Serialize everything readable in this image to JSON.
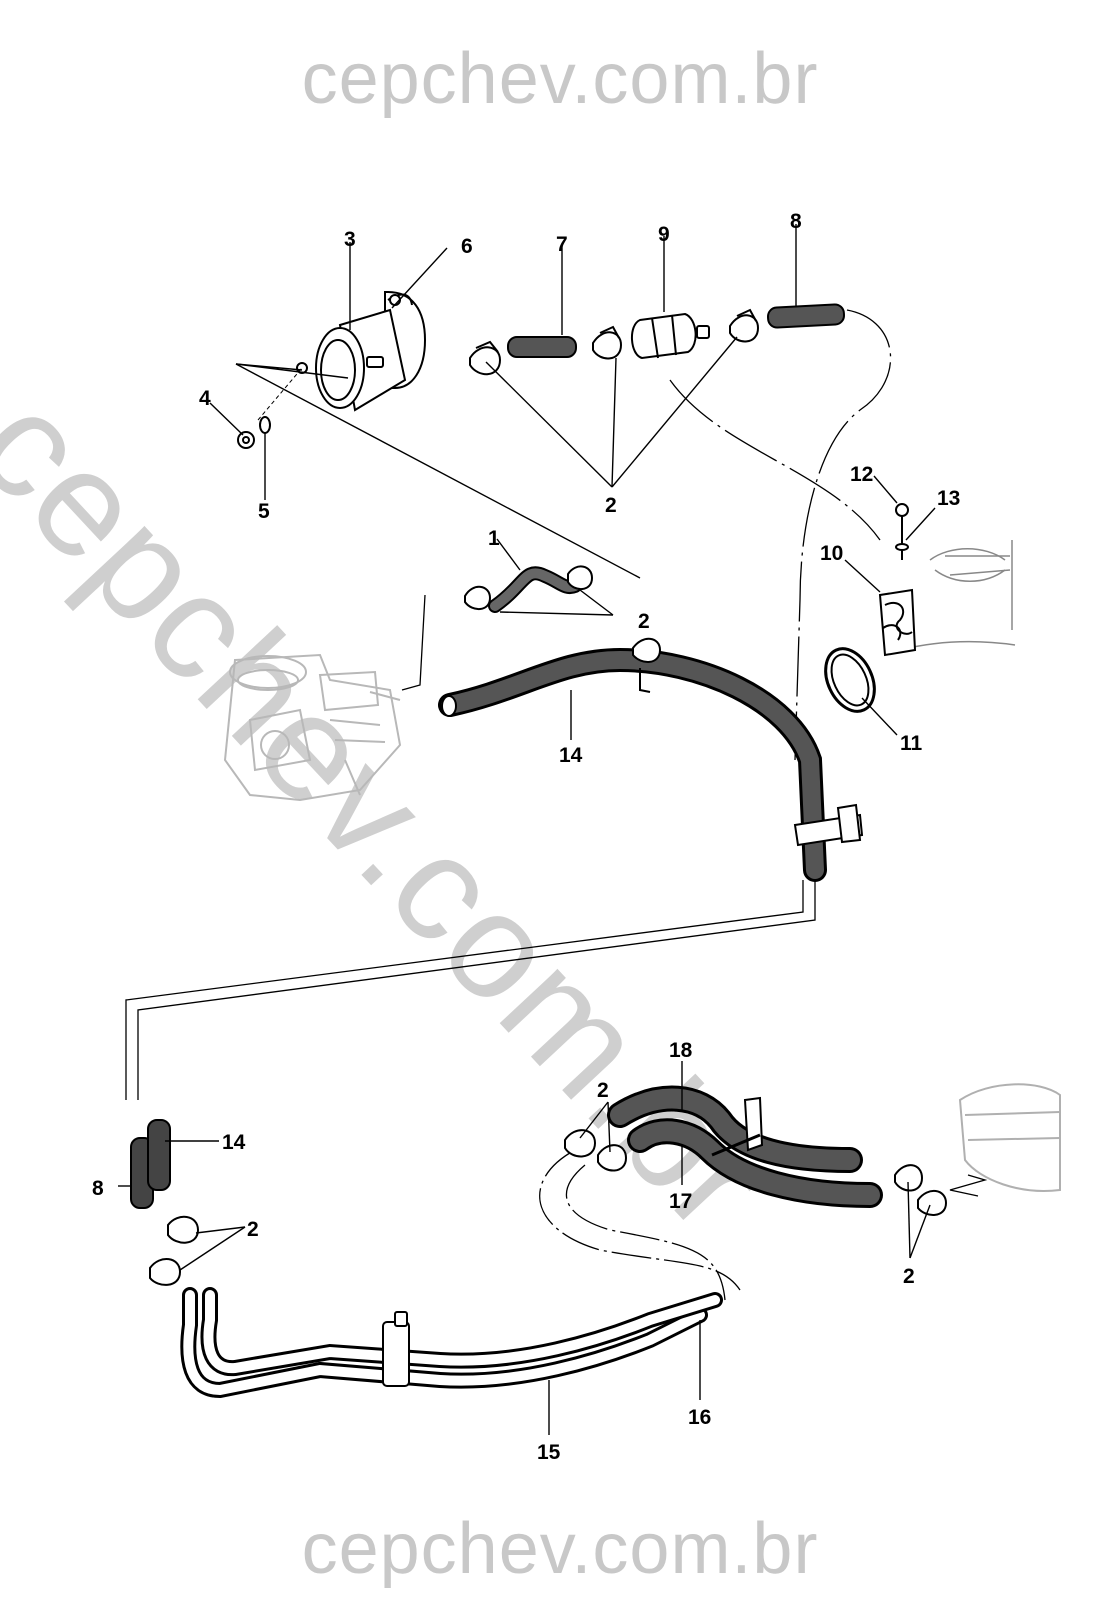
{
  "watermark": {
    "top": "cepchev.com.br",
    "diagonal": "cepchev.com.br",
    "bottom": "cepchev.com.br"
  },
  "callouts": {
    "c1": "1",
    "c2": "2",
    "c3": "3",
    "c4": "4",
    "c5": "5",
    "c6": "6",
    "c7": "7",
    "c8": "8",
    "c9": "9",
    "c10": "10",
    "c11": "11",
    "c12": "12",
    "c13": "13",
    "c14": "14",
    "c15": "15",
    "c16": "16",
    "c17": "17",
    "c18": "18"
  }
}
